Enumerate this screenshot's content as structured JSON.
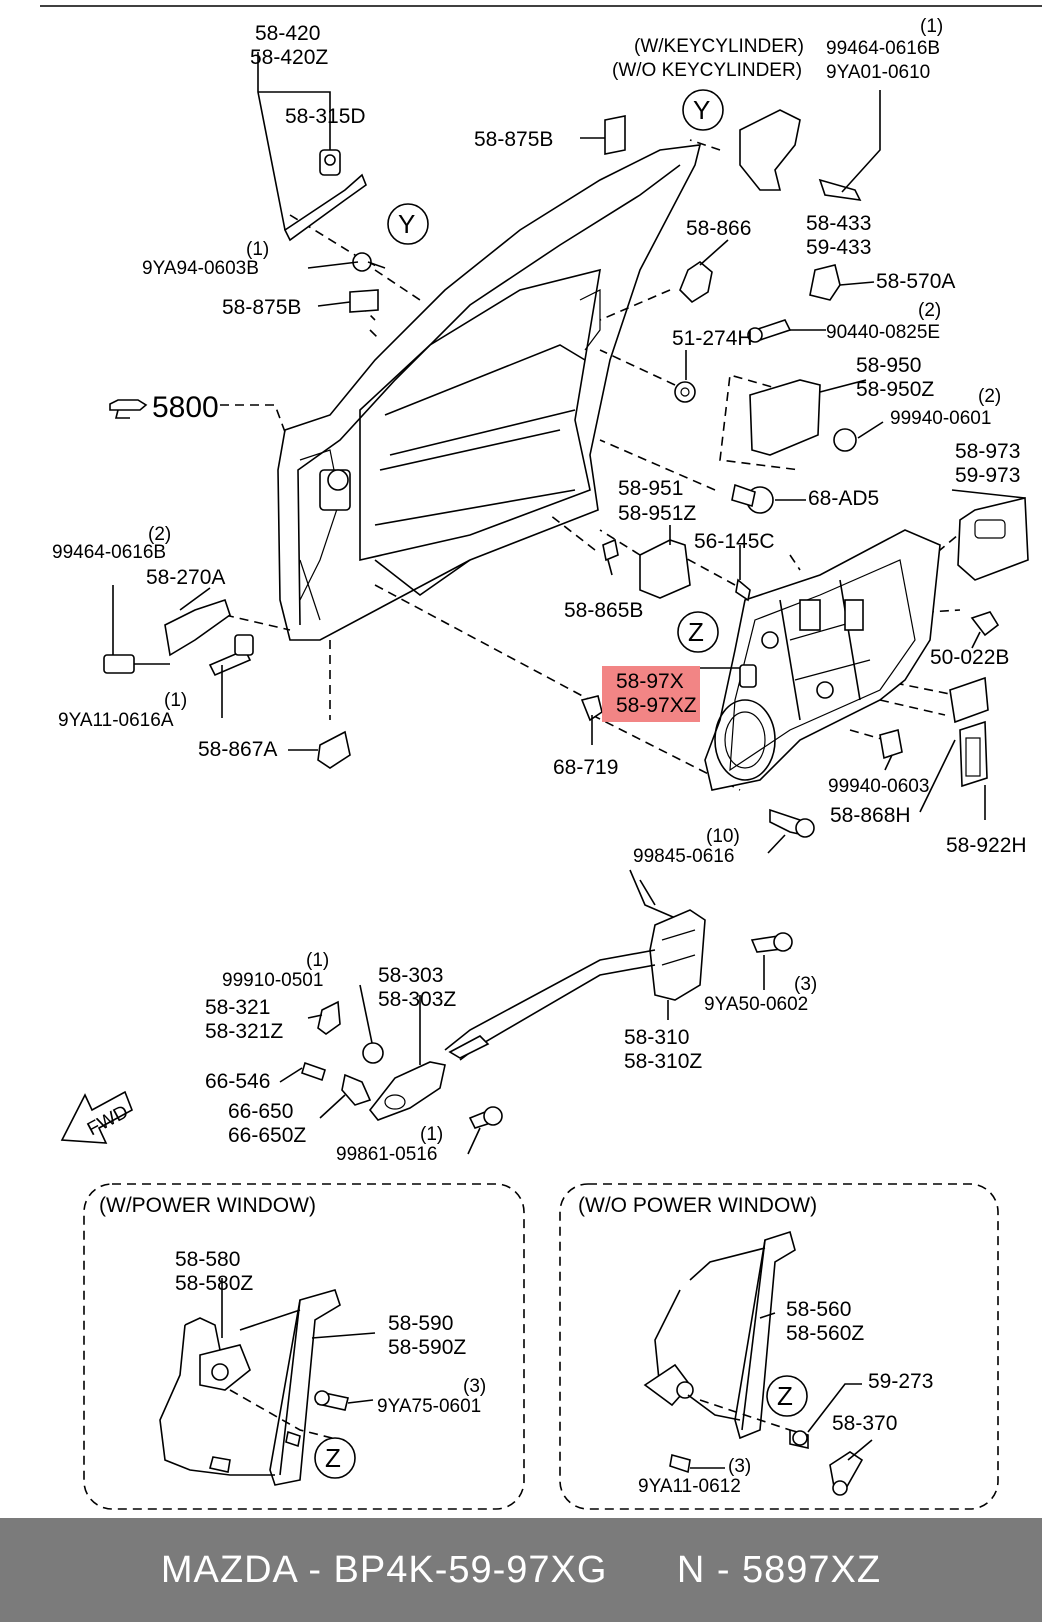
{
  "callouts": {
    "c58_420": "58-420",
    "c58_420z": "58-420Z",
    "c58_315d": "58-315D",
    "w_keycyl": "(W/KEYCYLINDER)",
    "wo_keycyl": "(W/O KEYCYLINDER)",
    "c99464_top": "99464-0616B",
    "c9ya01": "9YA01-0610",
    "q1_top": "(1)",
    "c58_875b_a": "58-875B",
    "c58_875b_b": "58-875B",
    "c58_866": "58-866",
    "c58_433": "58-433",
    "c59_433": "59-433",
    "c9ya94": "9YA94-0603B",
    "q1_9ya94": "(1)",
    "c58_570a": "58-570A",
    "c90440": "90440-0825E",
    "q2_90440": "(2)",
    "c51_274h": "51-274H",
    "ref5800": "5800",
    "c58_950": "58-950",
    "c58_950z": "58-950Z",
    "c99940_a": "99940-0601",
    "q2_99940a": "(2)",
    "c58_973": "58-973",
    "c59_973": "59-973",
    "c68_ad5": "68-AD5",
    "c58_951": "58-951",
    "c58_951z": "58-951Z",
    "c56_145c": "56-145C",
    "c99464_left": "99464-0616B",
    "q2_99464": "(2)",
    "c58_270a": "58-270A",
    "c58_865b": "58-865B",
    "c50_022b": "50-022B",
    "c58_97x": "58-97X",
    "c58_97xz": "58-97XZ",
    "c9ya11_a": "9YA11-0616A",
    "q1_9ya11": "(1)",
    "c68_719": "68-719",
    "c99940_b": "99940-0603",
    "c58_867a": "58-867A",
    "c58_868h": "58-868H",
    "c58_922h": "58-922H",
    "c99845": "99845-0616",
    "q10": "(10)",
    "c99910": "99910-0501",
    "q1_99910": "(1)",
    "c58_303": "58-303",
    "c58_303z": "58-303Z",
    "c58_321": "58-321",
    "c58_321z": "58-321Z",
    "c9ya50": "9YA50-0602",
    "q3_9ya50": "(3)",
    "c58_310": "58-310",
    "c58_310z": "58-310Z",
    "c66_546": "66-546",
    "c66_650": "66-650",
    "c66_650z": "66-650Z",
    "c99861": "99861-0516",
    "q1_99861": "(1)",
    "fwd": "FWD",
    "y": "Y",
    "z": "Z"
  },
  "panels": {
    "power": {
      "title": "(W/POWER WINDOW)",
      "c58_580": "58-580",
      "c58_580z": "58-580Z",
      "c58_590": "58-590",
      "c58_590z": "58-590Z",
      "c9ya75": "9YA75-0601",
      "q3": "(3)"
    },
    "manual": {
      "title": "(W/O POWER WINDOW)",
      "c58_560": "58-560",
      "c58_560z": "58-560Z",
      "c59_273": "59-273",
      "c58_370": "58-370",
      "c9ya11": "9YA11-0612",
      "q3": "(3)"
    }
  },
  "highlight_color": "#f07070",
  "footer": {
    "brand_part": "MAZDA - BP4K-59-97XG",
    "ref_part": "N - 5897XZ"
  }
}
